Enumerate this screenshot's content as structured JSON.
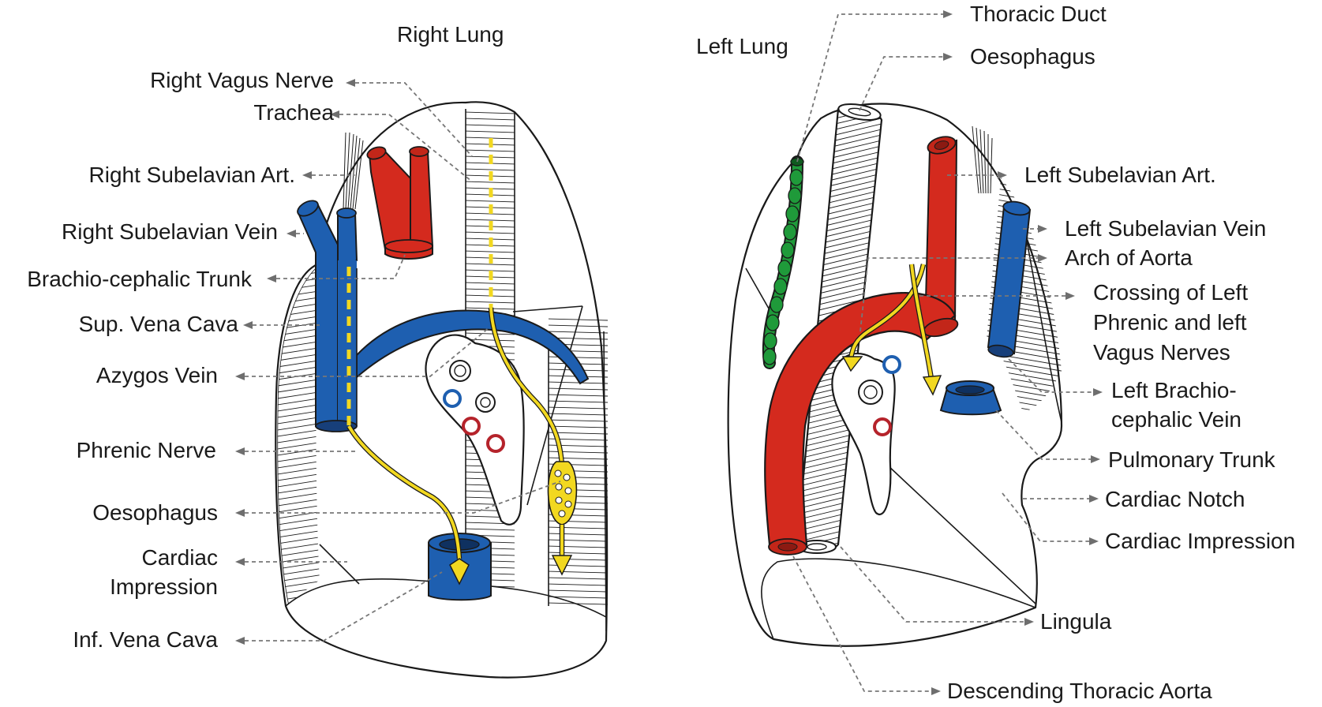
{
  "titles": {
    "right_lung": "Right Lung",
    "left_lung": "Left Lung"
  },
  "right_labels": [
    {
      "key": "right-vagus-nerve",
      "text": "Right Vagus Nerve"
    },
    {
      "key": "trachea",
      "text": "Trachea"
    },
    {
      "key": "right-subclavian-artery",
      "text": "Right Subelavian Art."
    },
    {
      "key": "right-subclavian-vein",
      "text": "Right Subelavian Vein"
    },
    {
      "key": "brachiocephalic-trunk",
      "text": "Brachio-cephalic Trunk"
    },
    {
      "key": "superior-vena-cava",
      "text": "Sup. Vena Cava"
    },
    {
      "key": "azygos-vein",
      "text": "Azygos Vein"
    },
    {
      "key": "phrenic-nerve",
      "text": "Phrenic Nerve"
    },
    {
      "key": "oesophagus-right",
      "text": "Oesophagus"
    },
    {
      "key": "cardiac-impression-right-1",
      "text": "Cardiac"
    },
    {
      "key": "cardiac-impression-right-2",
      "text": "Impression"
    },
    {
      "key": "inferior-vena-cava",
      "text": "Inf. Vena Cava"
    }
  ],
  "left_labels": [
    {
      "key": "thoracic-duct",
      "text": "Thoracic Duct"
    },
    {
      "key": "oesophagus-left",
      "text": "Oesophagus"
    },
    {
      "key": "left-subclavian-artery",
      "text": "Left Subelavian Art."
    },
    {
      "key": "left-subclavian-vein",
      "text": "Left Subelavian Vein"
    },
    {
      "key": "arch-of-aorta",
      "text": "Arch of Aorta"
    },
    {
      "key": "crossing-nerves-1",
      "text": "Crossing of Left"
    },
    {
      "key": "crossing-nerves-2",
      "text": "Phrenic and left"
    },
    {
      "key": "crossing-nerves-3",
      "text": "Vagus Nerves"
    },
    {
      "key": "left-brachiocephalic-vein-1",
      "text": "Left Brachio-"
    },
    {
      "key": "left-brachiocephalic-vein-2",
      "text": "cephalic Vein"
    },
    {
      "key": "pulmonary-trunk",
      "text": "Pulmonary Trunk"
    },
    {
      "key": "cardiac-notch",
      "text": "Cardiac Notch"
    },
    {
      "key": "cardiac-impression-left",
      "text": "Cardiac Impression"
    },
    {
      "key": "lingula",
      "text": "Lingula"
    },
    {
      "key": "descending-thoracic-aorta",
      "text": "Descending Thoracic Aorta"
    }
  ],
  "colors": {
    "artery": "#d42a1e",
    "vein": "#1e5fb0",
    "nerve": "#f2d820",
    "thoracic_duct": "#1f9a3a",
    "outline": "#1a1a1a",
    "leader": "#777777"
  }
}
